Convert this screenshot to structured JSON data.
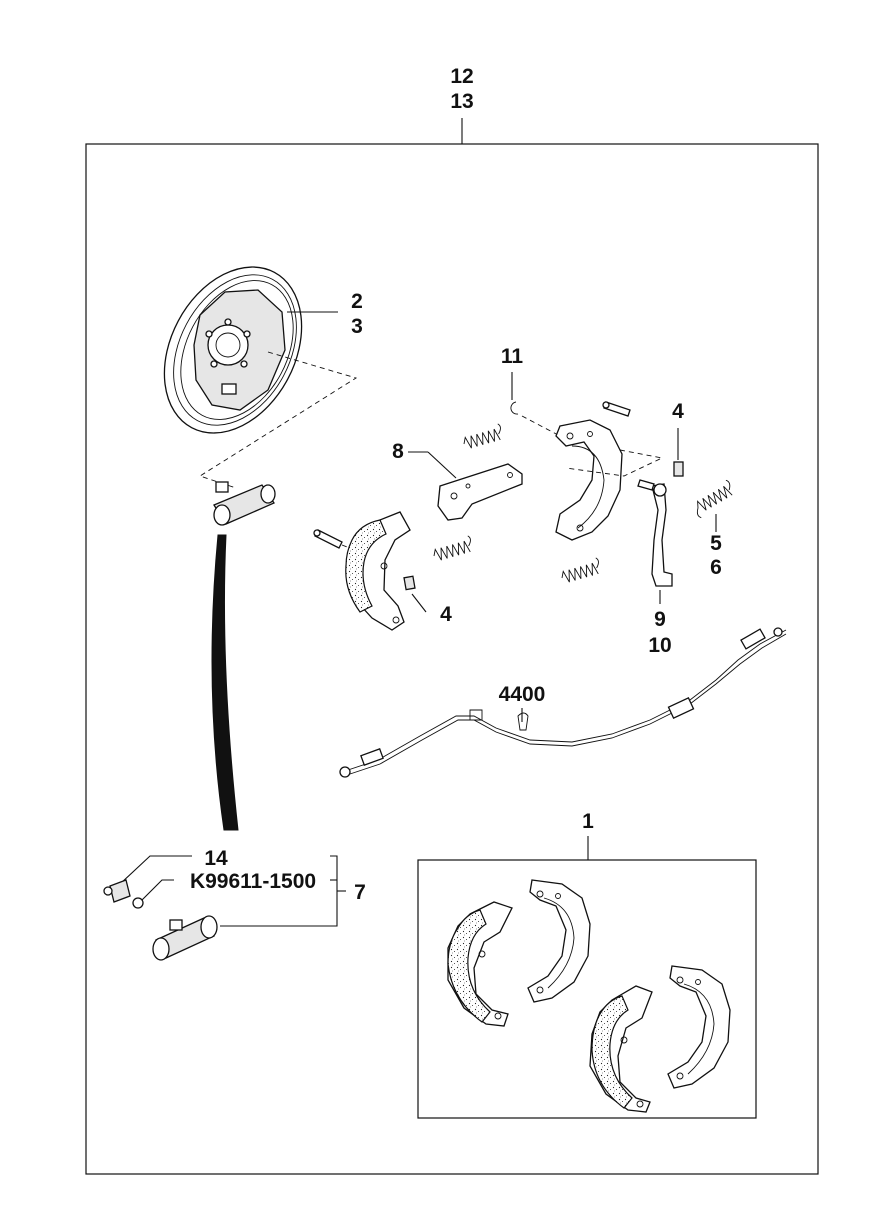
{
  "labels": {
    "kit_a": "12",
    "kit_b": "13",
    "backing_plate_a": "2",
    "backing_plate_b": "3",
    "clip": "11",
    "adjuster_lever": "8",
    "pin_retainer_upper": "4",
    "pin_retainer_lower": "4",
    "return_spring_a": "5",
    "return_spring_b": "6",
    "parking_lever_a": "9",
    "parking_lever_b": "10",
    "parking_cable": "4400",
    "shoe_set": "1",
    "bleeder": "14",
    "part_number": "K99611-1500",
    "wheel_cylinder": "7"
  },
  "icons": [
    "backing-plate",
    "wheel-cylinder",
    "brake-shoe",
    "spring",
    "pin",
    "clip",
    "parking-lever",
    "adjuster-lever",
    "parking-cable",
    "bleeder-screw"
  ]
}
